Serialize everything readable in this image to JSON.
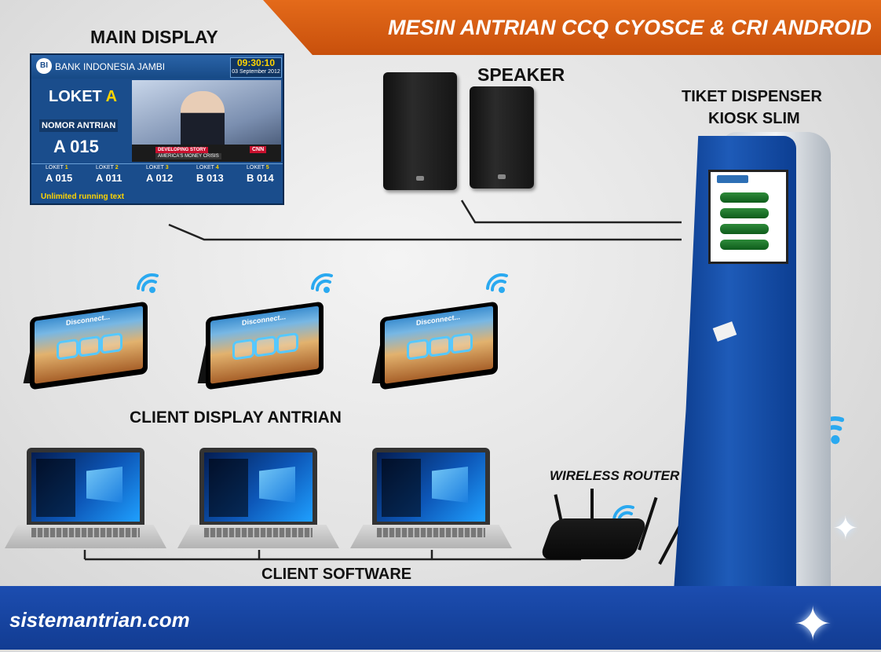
{
  "banner": {
    "title": "MESIN ANTRIAN CCQ CYOSCE & CRI ANDROID"
  },
  "labels": {
    "main_display": "MAIN DISPLAY",
    "speaker": "SPEAKER",
    "kiosk_line1": "TIKET DISPENSER",
    "kiosk_line2": "KIOSK SLIM",
    "client_display": "CLIENT DISPLAY ANTRIAN",
    "wireless_router": "WIRELESS ROUTER",
    "client_software": "CLIENT SOFTWARE"
  },
  "main_display": {
    "logo": "BI",
    "bank_name": "BANK INDONESIA JAMBI",
    "time": "09:30:10",
    "date": "03 September 2012",
    "loket_label": "LOKET",
    "loket_letter": "A",
    "nomor_label": "NOMOR ANTRIAN",
    "current_number": "A 015",
    "news_tag": "DEVELOPING STORY",
    "news_line": "AMERICA'S MONEY CRISIS",
    "channel": "CNN",
    "counters": [
      {
        "label": "LOKET",
        "num": "1",
        "value": "A 015"
      },
      {
        "label": "LOKET",
        "num": "2",
        "value": "A 011"
      },
      {
        "label": "LOKET",
        "num": "3",
        "value": "A 012"
      },
      {
        "label": "LOKET",
        "num": "4",
        "value": "B 013"
      },
      {
        "label": "LOKET",
        "num": "5",
        "value": "B 014"
      }
    ],
    "running_text": "Unlimited running text"
  },
  "tablet": {
    "status": "Disconnect..."
  },
  "footer": {
    "site": "sistemantrian.com"
  },
  "colors": {
    "banner": "#d85c12",
    "brand_blue": "#1a4d8c",
    "bottom_bar": "#1646a4",
    "kiosk_blue": "#1e5bb8"
  }
}
